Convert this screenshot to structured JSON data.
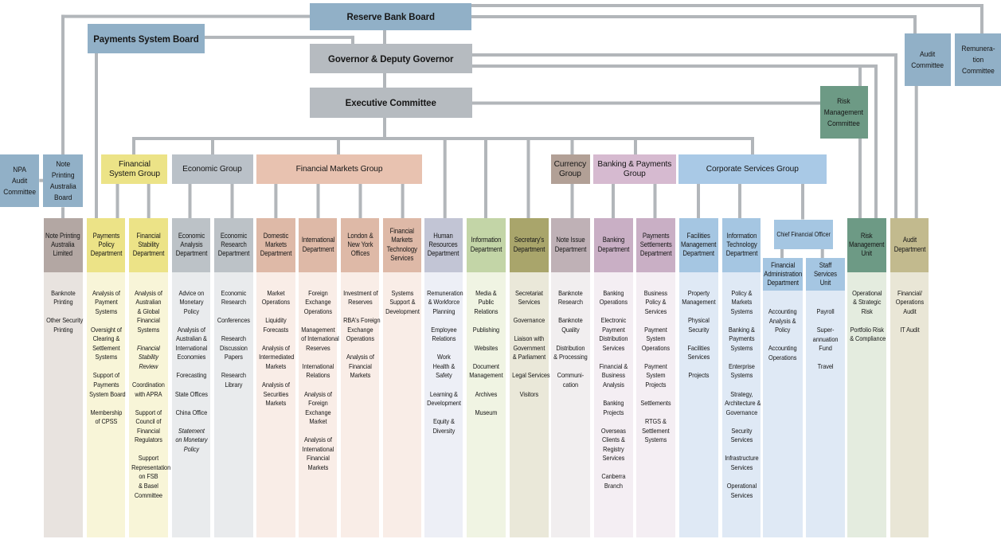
{
  "palette": {
    "line": "#b2b6ba",
    "steel_blue": "#91b0c7",
    "exec_gray": "#b6bbc0",
    "committee_green": "#6d9a85"
  },
  "top_boxes": {
    "reserve_bank_board": {
      "label": "Reserve Bank Board",
      "color": "#91b0c7"
    },
    "payments_system_board": {
      "label": "Payments System Board",
      "color": "#91b0c7"
    },
    "governor_deputy_governor": {
      "label": "Governor & Deputy Governor",
      "color": "#b6bbc0"
    },
    "executive_committee": {
      "label": "Executive Committee",
      "color": "#b6bbc0"
    },
    "audit_committee": {
      "lines": [
        "Audit",
        "Committee"
      ],
      "color": "#91b0c7"
    },
    "remuneration_committee": {
      "lines": [
        "Remunera-",
        "tion",
        "Committee"
      ],
      "color": "#91b0c7"
    },
    "risk_management_committee": {
      "lines": [
        "Risk",
        "Management",
        "Committee"
      ],
      "color": "#6d9a85"
    },
    "npa_audit_committee": {
      "lines": [
        "NPA",
        "Audit",
        "Committee"
      ],
      "color": "#91b0c7"
    },
    "note_printing_australia_board": {
      "lines": [
        "Note",
        "Printing",
        "Australia",
        "Board"
      ],
      "color": "#91b0c7"
    }
  },
  "groups": [
    {
      "id": "financial-system-group",
      "lines": [
        "Financial",
        "System Group"
      ],
      "color": "#ece387"
    },
    {
      "id": "economic-group",
      "lines": [
        "Economic Group"
      ],
      "color": "#bac1c8"
    },
    {
      "id": "financial-markets-group",
      "lines": [
        "Financial Markets Group"
      ],
      "color": "#e8c2b0"
    },
    {
      "id": "currency-group",
      "lines": [
        "Currency",
        "Group"
      ],
      "color": "#b2a096"
    },
    {
      "id": "banking-payments-group",
      "lines": [
        "Banking & Payments",
        "Group"
      ],
      "color": "#d6bad0"
    },
    {
      "id": "corporate-services-group",
      "lines": [
        "Corporate Services Group"
      ],
      "color": "#a9c9e6"
    }
  ],
  "cfo": {
    "label": "Chief Financial Officer",
    "color": "#a5c6e2"
  },
  "columns": [
    {
      "id": "note-printing-australia-limited",
      "header_lines": [
        "Note Printing",
        "Australia",
        "Limited"
      ],
      "header_color": "#b3a7a3",
      "body_color": "#e8e3df",
      "items": [
        {
          "lines": [
            "Banknote",
            "Printing"
          ]
        },
        {
          "lines": [
            "Other Security",
            "Printing"
          ]
        }
      ]
    },
    {
      "id": "payments-policy-department",
      "header_lines": [
        "Payments",
        "Policy",
        "Department"
      ],
      "header_color": "#ece387",
      "body_color": "#f8f5d8",
      "items": [
        {
          "lines": [
            "Analysis of",
            "Payment",
            "Systems"
          ]
        },
        {
          "lines": [
            "Oversight of",
            "Clearing &",
            "Settlement",
            "Systems"
          ]
        },
        {
          "lines": [
            "Support of",
            "Payments",
            "System Board"
          ]
        },
        {
          "lines": [
            "Membership",
            "of CPSS"
          ]
        }
      ]
    },
    {
      "id": "financial-stability-department",
      "header_lines": [
        "Financial",
        "Stability",
        "Department"
      ],
      "header_color": "#ece387",
      "body_color": "#f8f5d8",
      "items": [
        {
          "lines": [
            "Analysis of",
            "Australian",
            "& Global",
            "Financial",
            "Systems"
          ]
        },
        {
          "lines": [
            "Financial",
            "Stability",
            "Review"
          ],
          "italic": true
        },
        {
          "lines": [
            "Coordination",
            "with APRA"
          ]
        },
        {
          "lines": [
            "Support of",
            "Council of",
            "Financial",
            "Regulators"
          ]
        },
        {
          "lines": [
            "Support",
            "Representation",
            "on FSB",
            "& Basel",
            "Committee"
          ]
        }
      ]
    },
    {
      "id": "economic-analysis-department",
      "header_lines": [
        "Economic",
        "Analysis",
        "Department"
      ],
      "header_color": "#bcc2c7",
      "body_color": "#e9ebed",
      "items": [
        {
          "lines": [
            "Advice on",
            "Monetary",
            "Policy"
          ]
        },
        {
          "lines": [
            "Analysis of",
            "Australian &",
            "International",
            "Economies"
          ]
        },
        {
          "lines": [
            "Forecasting"
          ]
        },
        {
          "lines": [
            "State Offices"
          ]
        },
        {
          "lines": [
            "China Office"
          ]
        },
        {
          "lines": [
            "Statement",
            "on Monetary",
            "Policy"
          ],
          "italic": true
        }
      ]
    },
    {
      "id": "economic-research-department",
      "header_lines": [
        "Economic",
        "Research",
        "Department"
      ],
      "header_color": "#bcc2c7",
      "body_color": "#e9ebed",
      "items": [
        {
          "lines": [
            "Economic",
            "Research"
          ]
        },
        {
          "lines": [
            "Conferences"
          ]
        },
        {
          "lines": [
            "Research",
            "Discussion",
            "Papers"
          ]
        },
        {
          "lines": [
            "Research",
            "Library"
          ]
        }
      ]
    },
    {
      "id": "domestic-markets-department",
      "header_lines": [
        "Domestic",
        "Markets",
        "Department"
      ],
      "header_color": "#deb9a7",
      "body_color": "#f9ede7",
      "items": [
        {
          "lines": [
            "Market",
            "Operations"
          ]
        },
        {
          "lines": [
            "Liquidity",
            "Forecasts"
          ]
        },
        {
          "lines": [
            "Analysis of",
            "Intermediated",
            "Markets"
          ]
        },
        {
          "lines": [
            "Analysis of",
            "Securities",
            "Markets"
          ]
        }
      ]
    },
    {
      "id": "international-department",
      "header_lines": [
        "International",
        "Department"
      ],
      "header_color": "#deb9a7",
      "body_color": "#f9ede7",
      "items": [
        {
          "lines": [
            "Foreign",
            "Exchange",
            "Operations"
          ]
        },
        {
          "lines": [
            "Management",
            "of International",
            "Reserves"
          ]
        },
        {
          "lines": [
            "International",
            "Relations"
          ]
        },
        {
          "lines": [
            "Analysis of",
            "Foreign",
            "Exchange",
            "Market"
          ]
        },
        {
          "lines": [
            "Analysis of",
            "International",
            "Financial",
            "Markets"
          ]
        }
      ]
    },
    {
      "id": "london-new-york-offices",
      "header_lines": [
        "London &",
        "New York",
        "Offices"
      ],
      "header_color": "#deb9a7",
      "body_color": "#f9ede7",
      "items": [
        {
          "lines": [
            "Investment of",
            "Reserves"
          ]
        },
        {
          "lines": [
            "RBA's Foreign",
            "Exchange",
            "Operations"
          ]
        },
        {
          "lines": [
            "Analysis of",
            "Financial",
            "Markets"
          ]
        }
      ]
    },
    {
      "id": "financial-markets-technology-services",
      "header_lines": [
        "Financial",
        "Markets",
        "Technology",
        "Services"
      ],
      "header_color": "#deb9a7",
      "body_color": "#f9ede7",
      "items": [
        {
          "lines": [
            "Systems",
            "Support &",
            "Development"
          ]
        }
      ]
    },
    {
      "id": "human-resources-department",
      "header_lines": [
        "Human",
        "Resources",
        "Department"
      ],
      "header_color": "#c2c5d5",
      "body_color": "#edeff6",
      "items": [
        {
          "lines": [
            "Remuneration",
            "& Workforce",
            "Planning"
          ]
        },
        {
          "lines": [
            "Employee",
            "Relations"
          ]
        },
        {
          "lines": [
            "Work",
            "Health &",
            "Safety"
          ]
        },
        {
          "lines": [
            "Learning &",
            "Development"
          ]
        },
        {
          "lines": [
            "Equity &",
            "Diversity"
          ]
        }
      ]
    },
    {
      "id": "information-department",
      "header_lines": [
        "Information",
        "Department"
      ],
      "header_color": "#c3d5a7",
      "body_color": "#f0f4e3",
      "items": [
        {
          "lines": [
            "Media &",
            "Public",
            "Relations"
          ]
        },
        {
          "lines": [
            "Publishing"
          ]
        },
        {
          "lines": [
            "Websites"
          ]
        },
        {
          "lines": [
            "Document",
            "Management"
          ]
        },
        {
          "lines": [
            "Archives"
          ]
        },
        {
          "lines": [
            "Museum"
          ]
        }
      ]
    },
    {
      "id": "secretarys-department",
      "header_lines": [
        "Secretary's",
        "Department"
      ],
      "header_color": "#a9a56b",
      "body_color": "#eae8d9",
      "items": [
        {
          "lines": [
            "Secretariat",
            "Services"
          ]
        },
        {
          "lines": [
            "Governance"
          ]
        },
        {
          "lines": [
            "Liaison with",
            "Government",
            "& Parliament"
          ]
        },
        {
          "lines": [
            "Legal Services"
          ]
        },
        {
          "lines": [
            "Visitors"
          ]
        }
      ]
    },
    {
      "id": "note-issue-department",
      "header_lines": [
        "Note Issue",
        "Department"
      ],
      "header_color": "#bfb1b6",
      "body_color": "#f1eeef",
      "items": [
        {
          "lines": [
            "Banknote",
            "Research"
          ]
        },
        {
          "lines": [
            "Banknote",
            "Quality"
          ]
        },
        {
          "lines": [
            "Distribution",
            "& Processing"
          ]
        },
        {
          "lines": [
            "Communi-",
            "cation"
          ]
        }
      ]
    },
    {
      "id": "banking-department",
      "header_lines": [
        "Banking",
        "Department"
      ],
      "header_color": "#c9afc5",
      "body_color": "#f4eef3",
      "items": [
        {
          "lines": [
            "Banking",
            "Operations"
          ]
        },
        {
          "lines": [
            "Electronic",
            "Payment",
            "Distribution",
            "Services"
          ]
        },
        {
          "lines": [
            "Financial &",
            "Business",
            "Analysis"
          ]
        },
        {
          "lines": [
            "Banking",
            "Projects"
          ]
        },
        {
          "lines": [
            "Overseas",
            "Clients &",
            "Registry",
            "Services"
          ]
        },
        {
          "lines": [
            "Canberra",
            "Branch"
          ]
        }
      ]
    },
    {
      "id": "payments-settlements-department",
      "header_lines": [
        "Payments",
        "Settlements",
        "Department"
      ],
      "header_color": "#c9afc5",
      "body_color": "#f4eef3",
      "items": [
        {
          "lines": [
            "Business",
            "Policy &",
            "Services"
          ]
        },
        {
          "lines": [
            "Payment",
            "System",
            "Operations"
          ]
        },
        {
          "lines": [
            "Payment",
            "System",
            "Projects"
          ]
        },
        {
          "lines": [
            "Settlements"
          ]
        },
        {
          "lines": [
            "RTGS &",
            "Settlement",
            "Systems"
          ]
        }
      ]
    },
    {
      "id": "facilities-management-department",
      "header_lines": [
        "Facilities",
        "Management",
        "Department"
      ],
      "header_color": "#a5c6e2",
      "body_color": "#dfe9f5",
      "items": [
        {
          "lines": [
            "Property",
            "Management"
          ]
        },
        {
          "lines": [
            "Physical",
            "Security"
          ]
        },
        {
          "lines": [
            "Facilities",
            "Services"
          ]
        },
        {
          "lines": [
            "Projects"
          ]
        }
      ]
    },
    {
      "id": "information-technology-department",
      "header_lines": [
        "Information",
        "Technology",
        "Department"
      ],
      "header_color": "#a5c6e2",
      "body_color": "#dfe9f5",
      "items": [
        {
          "lines": [
            "Policy &",
            "Markets",
            "Systems"
          ]
        },
        {
          "lines": [
            "Banking &",
            "Payments",
            "Systems"
          ]
        },
        {
          "lines": [
            "Enterprise",
            "Systems"
          ]
        },
        {
          "lines": [
            "Strategy,",
            "Architecture &",
            "Governance"
          ]
        },
        {
          "lines": [
            "Security",
            "Services"
          ]
        },
        {
          "lines": [
            "Infrastructure",
            "Services"
          ]
        },
        {
          "lines": [
            "Operational",
            "Services"
          ]
        }
      ]
    },
    {
      "id": "financial-administration-department",
      "header_lines": [
        "Financial",
        "Administration",
        "Department"
      ],
      "header_color": "#a5c6e2",
      "body_color": "#dfe9f5",
      "items": [
        {
          "lines": [
            "Accounting",
            "Analysis &",
            "Policy"
          ]
        },
        {
          "lines": [
            "Accounting",
            "Operations"
          ]
        }
      ]
    },
    {
      "id": "staff-services-unit",
      "header_lines": [
        "Staff",
        "Services",
        "Unit"
      ],
      "header_color": "#a5c6e2",
      "body_color": "#dfe9f5",
      "items": [
        {
          "lines": [
            "Payroll"
          ]
        },
        {
          "lines": [
            "Super-",
            "annuation",
            "Fund"
          ]
        },
        {
          "lines": [
            "Travel"
          ]
        }
      ]
    },
    {
      "id": "risk-management-unit",
      "header_lines": [
        "Risk",
        "Management",
        "Unit"
      ],
      "header_color": "#6d9a85",
      "body_color": "#e4ecdf",
      "items": [
        {
          "lines": [
            "Operational",
            "& Strategic",
            "Risk"
          ]
        },
        {
          "lines": [
            "Portfolio Risk",
            "& Compliance"
          ]
        }
      ]
    },
    {
      "id": "audit-department",
      "header_lines": [
        "Audit",
        "Department"
      ],
      "header_color": "#c2ba8e",
      "body_color": "#e9e6d6",
      "items": [
        {
          "lines": [
            "Financial/",
            "Operations",
            "Audit"
          ]
        },
        {
          "lines": [
            "IT Audit"
          ]
        }
      ]
    }
  ]
}
